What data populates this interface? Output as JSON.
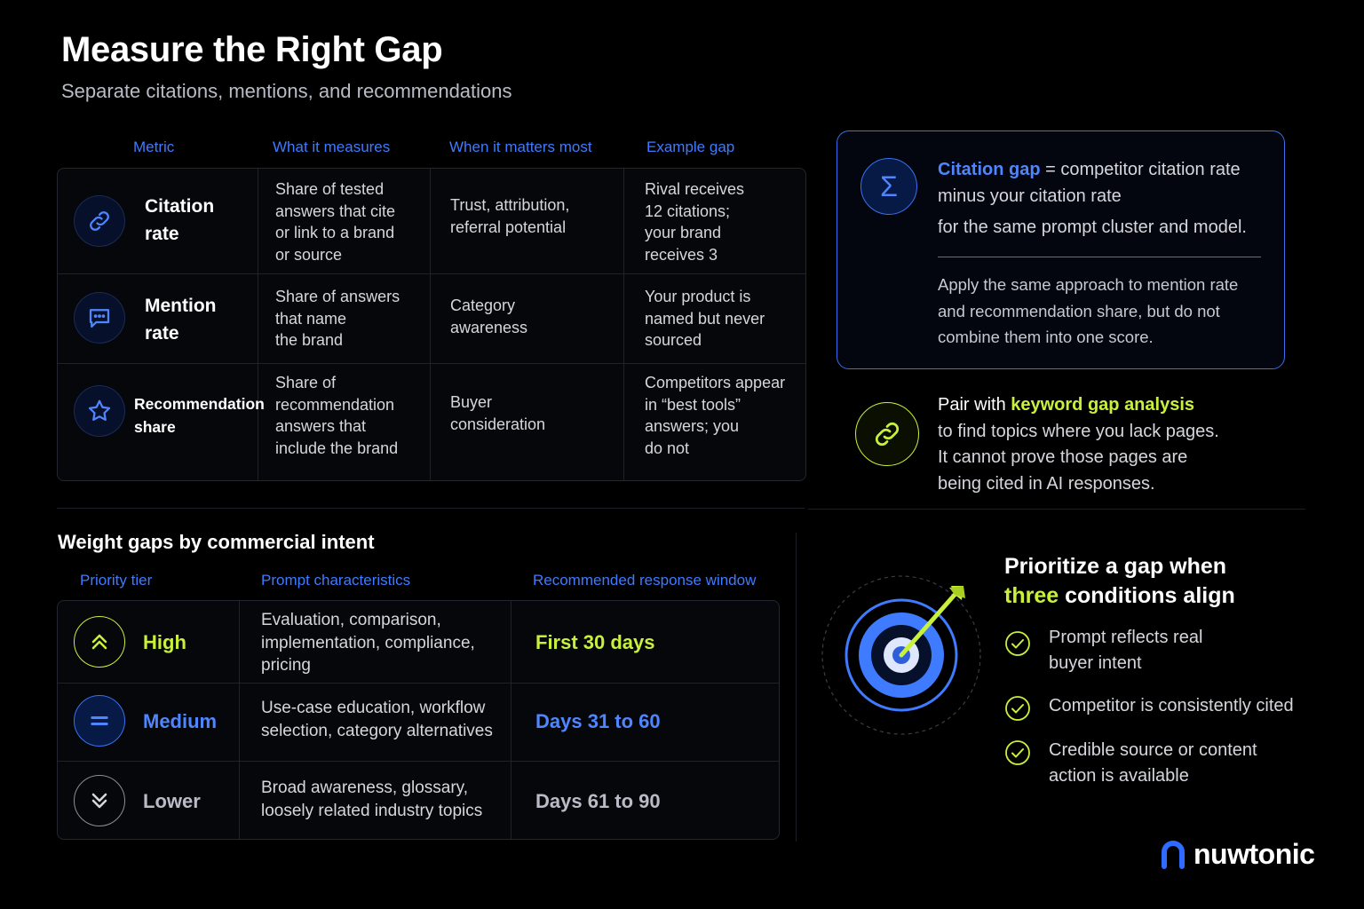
{
  "header": {
    "title": "Measure the Right Gap",
    "subtitle": "Separate citations, mentions, and recommendations"
  },
  "metrics_table": {
    "headers": [
      "Metric",
      "What it measures",
      "When it matters most",
      "Example gap"
    ],
    "rows": [
      {
        "icon": "link-icon",
        "name_line1": "Citation",
        "name_line2": "rate",
        "measures": [
          "Share of tested",
          "answers that cite",
          "or link to a brand",
          "or source"
        ],
        "matters": [
          "Trust, attribution,",
          "referral potential"
        ],
        "example": [
          "Rival receives",
          "12 citations;",
          "your brand",
          "receives 3"
        ]
      },
      {
        "icon": "chat-icon",
        "name_line1": "Mention",
        "name_line2": "rate",
        "measures": [
          "Share of answers",
          "that name",
          "the brand"
        ],
        "matters": [
          "Category",
          "awareness"
        ],
        "example": [
          "Your product is",
          "named but never",
          "sourced"
        ]
      },
      {
        "icon": "star-icon",
        "name_line1": "Recommendation",
        "name_line2": "share",
        "measures": [
          "Share of",
          "recommendation",
          "answers that",
          "include the brand"
        ],
        "matters": [
          "Buyer",
          "consideration"
        ],
        "example": [
          "Competitors appear",
          "in “best tools”",
          "answers; you",
          "do not"
        ]
      }
    ]
  },
  "formula": {
    "icon": "sigma-icon",
    "term": "Citation gap",
    "definition_rest": " = competitor citation rate minus your citation rate",
    "scope": "for the same prompt cluster and model.",
    "note": "Apply the same approach to mention rate and recommendation share, but do not combine them into one score."
  },
  "pairing": {
    "icon": "link-icon",
    "lead": "Pair with ",
    "keyword": "keyword gap analysis",
    "line2": "to find topics where you lack pages.",
    "line3": "It cannot prove those pages are",
    "line4": "being cited in AI responses."
  },
  "priority": {
    "title": "Weight gaps by commercial intent",
    "headers": [
      "Priority tier",
      "Prompt characteristics",
      "Recommended response window"
    ],
    "rows": [
      {
        "tier": "High",
        "icon": "double-chevron-up-icon",
        "color": "#c9f03b",
        "characteristics": [
          "Evaluation, comparison,",
          "implementation, compliance,",
          "pricing"
        ],
        "window": "First 30 days"
      },
      {
        "tier": "Medium",
        "icon": "equals-icon",
        "color": "#4f86ff",
        "characteristics": [
          "Use-case education, workflow",
          "selection, category alternatives"
        ],
        "window": "Days 31 to 60"
      },
      {
        "tier": "Lower",
        "icon": "double-chevron-down-icon",
        "color": "#b9bcc6",
        "characteristics": [
          "Broad awareness, glossary,",
          "loosely related industry topics"
        ],
        "window": "Days 61 to 90"
      }
    ]
  },
  "prioritize": {
    "icon": "target-icon",
    "title_line1": "Prioritize a gap when",
    "title_highlight": "three",
    "title_rest": " conditions align",
    "conditions": [
      [
        "Prompt reflects real",
        "buyer intent"
      ],
      [
        "Competitor is consistently cited"
      ],
      [
        "Credible source or content",
        "action is available"
      ]
    ]
  },
  "brand": {
    "name": "nuwtonic"
  },
  "colors": {
    "accent_blue": "#3f7bff",
    "accent_green": "#c9f03b",
    "background": "#000000"
  }
}
